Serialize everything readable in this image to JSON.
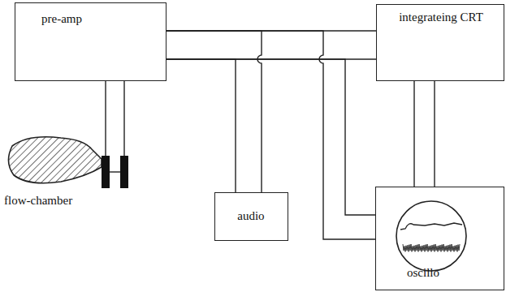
{
  "diagram": {
    "nodes": [
      {
        "text": [
          "pre-amp"
        ]
      },
      {
        "text": [
          "integrateing CRT"
        ]
      },
      {
        "text": [
          "flow-chamber"
        ]
      },
      {
        "text": [
          "audio"
        ]
      },
      {
        "text": [
          "oscillo"
        ]
      }
    ],
    "edges": [
      {
        "from": 0,
        "to": 1,
        "arrow": "none"
      },
      {
        "from": 0,
        "to": 1,
        "arrow": "none"
      },
      {
        "from": 0,
        "to": 3,
        "arrow": "none"
      },
      {
        "from": 0,
        "to": 3,
        "arrow": "none"
      },
      {
        "from": 0,
        "to": 4,
        "arrow": "none"
      },
      {
        "from": 0,
        "to": 4,
        "arrow": "none"
      },
      {
        "from": 1,
        "to": 4,
        "arrow": "none"
      },
      {
        "from": 1,
        "to": 4,
        "arrow": "none"
      },
      {
        "from": 2,
        "to": 0,
        "arrow": "none"
      },
      {
        "from": 2,
        "to": 0,
        "arrow": "none"
      }
    ]
  }
}
